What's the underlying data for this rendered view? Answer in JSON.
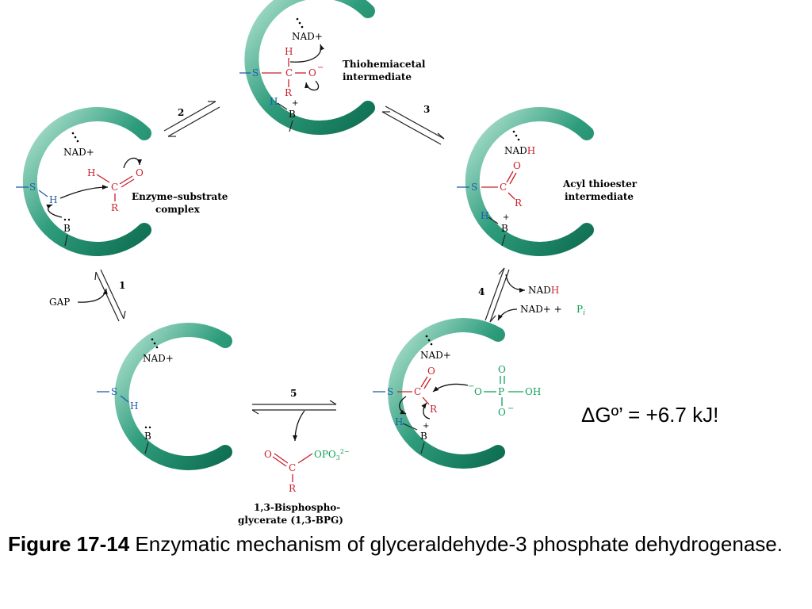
{
  "states": {
    "enzyme_free": {
      "cofactor": "NAD+",
      "thiol_s": "S",
      "thiol_h": "H",
      "base": "B"
    },
    "enzyme_substrate": {
      "cofactor": "NAD+",
      "thiol_s": "S",
      "thiol_h": "H",
      "base": "B",
      "sub_h": "H",
      "sub_c": "C",
      "sub_o": "O",
      "sub_r": "R",
      "label_1": "Enzyme–substrate",
      "label_2": "complex"
    },
    "thiohemiacetal": {
      "cofactor": "NAD+",
      "s": "S",
      "h_top": "H",
      "c": "C",
      "o": "O",
      "r": "R",
      "bh": "H",
      "b": "B",
      "label_1": "Thiohemiacetal",
      "label_2": "intermediate"
    },
    "acyl_thioester": {
      "cofactor": "NAD",
      "cofactor_h": "H",
      "s": "S",
      "c": "C",
      "o": "O",
      "r": "R",
      "bh": "H",
      "b": "B",
      "label_1": "Acyl thioester",
      "label_2": "intermediate"
    },
    "phosphorolysis": {
      "cofactor": "NAD+",
      "s": "S",
      "c": "C",
      "o": "O",
      "r": "R",
      "bh": "H",
      "b": "B",
      "p_o_left": "O",
      "p": "P",
      "p_o_top": "O",
      "p_oh": "OH",
      "p_o_bottom": "O"
    }
  },
  "steps": {
    "s1": "1",
    "s2": "2",
    "s3": "3",
    "s4": "4",
    "s5": "5",
    "gap": "GAP",
    "nadh_out": "NAD",
    "nadh_out_h": "H",
    "nad_in": "NAD+ +",
    "pi": "P",
    "pi_sub": "i"
  },
  "product": {
    "o": "O",
    "c": "C",
    "r": "R",
    "opo3": "OPO",
    "name_1": "1,3-Bisphospho-",
    "name_2": "glycerate (1,3-BPG)"
  },
  "delta_g": "ΔGº’ = +6.7 kJ!",
  "caption": {
    "figure_number": "Figure 17-14",
    "text": " Enzymatic mechanism of glyceraldehyde-3 phosphate dehydrogenase."
  },
  "colors": {
    "enzyme": "#1e8f6e",
    "enzyme_light": "#9ed8c4",
    "thiol": "#1f5fa8",
    "substrate": "#c8202a",
    "phosphate": "#10a05a"
  }
}
